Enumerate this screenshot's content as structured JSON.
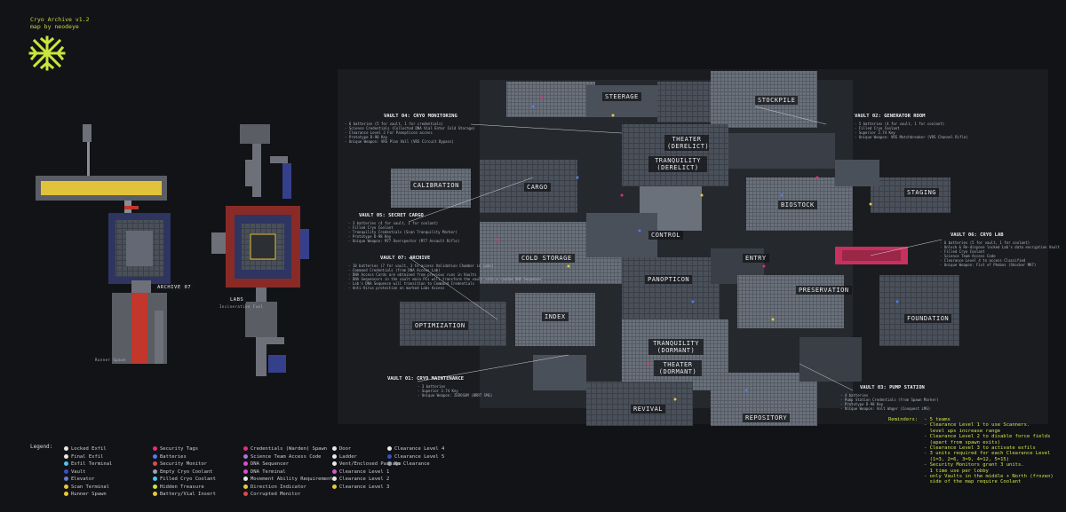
{
  "header": {
    "title_line1": "Cryo Archive v1.2",
    "title_line2": "map by neodeye"
  },
  "logo_icon": "snowflake-icon",
  "colors": {
    "accent": "#c8e63c",
    "magenta": "#e0307a",
    "red": "#b83a30",
    "blue": "#3a5cc8",
    "yellow": "#e8c83c"
  },
  "inset_labels": {
    "archive07": "ARCHIVE 07",
    "labs": "LABS",
    "labs_sub": "Incineration Fuel",
    "runner": "Runner Spawn"
  },
  "regions": [
    "STEERAGE",
    "STOCKPILE",
    "THEATER (DERELICT)",
    "TRANQUILITY (DERELICT)",
    "CALIBRATION",
    "CARGO",
    "BIOSTOCK",
    "STAGING",
    "CONTROL",
    "COLD STORAGE",
    "ENTRY",
    "PANOPTICON",
    "PRESERVATION",
    "INDEX",
    "OPTIMIZATION",
    "FOUNDATION",
    "TRANQUILITY (DORMANT)",
    "THEATER (DORMANT)",
    "REVIVAL",
    "REPOSITORY"
  ],
  "vaults": {
    "v04": {
      "title": "VAULT 04: CRYO MONITORING",
      "lines": [
        "- 6 batteries (5 for vault, 1 for credentials)",
        "- Science Credentials (Collected DNA Vial Enter Cold Storage)",
        "- Clearance Level 2 For Panopticon access",
        "- Prototype D-98 Key",
        "- Unique Weapon: VRS Plan Vall (VRS Circuit Bypass)"
      ]
    },
    "v02": {
      "title": "VAULT 02: GENERATOR ROOM",
      "lines": [
        "- 5 batteries (4 for vault, 1 for coolant)",
        "- Filled Cryo Coolant",
        "- Superior 2.74 Key",
        "- Unique Weapon: VRS Matchbreaker (VRS Channel Rifle)"
      ]
    },
    "v05": {
      "title": "VAULT 05: SECRET CARGO",
      "lines": [
        "- 3 batteries (4 for vault, 1 for coolant)",
        "- Filled Cryo Coolant",
        "- Tranquility Credentials (Scan Tranquility Marker)",
        "- Prototype D-98 Key",
        "- Unique Weapon: M77 Overspector (M77 Assault Rifle)"
      ]
    },
    "v06": {
      "title": "VAULT 06: CRYO LAB",
      "lines": [
        "- 6 batteries (5 for vault, 1 for coolant)",
        "- Unlock & Re-dispose locked Lab's data encryption Vault",
        "- Filled Cryo Coolant",
        "- Science Team Access Code",
        "- Clearance Level 4 to access Classified",
        "- Unique Weapon: Fist of Phobos (Shocker MK7)"
      ]
    },
    "v07": {
      "title": "VAULT 07: ARCHIVE",
      "lines": [
        "- 10 batteries (7 for vault, 3 to access Validation Chamber in Labs)",
        "- Command Credentials (from DNA Access Lab)",
        "- DNA Access Cards are obtained from previous runs in Vaults",
        "- DNA Sequencers in the vault main PCs will transform the vault into a random DNA Sequence",
        "- Lab's DNA Sequence will transition to Command Credentials",
        "- Anti-Virus protection on marked Labs Access"
      ]
    },
    "v01": {
      "title": "VAULT 01: CRYO MAINTENANCE",
      "lines": [
        "- 3 batteries",
        "- Superior 2.74 Key",
        "- Unique Weapon: ZEROSUM (BRRT SMG)"
      ]
    },
    "v03": {
      "title": "VAULT 03: PUMP STATION",
      "lines": [
        "- 4 batteries",
        "- Pump Station Credentials (from Spawn Marker)",
        "- Prototype D-98 Key",
        "- Unique Weapon: Volt Wager (Conquest LMG)"
      ]
    }
  },
  "legend": {
    "title": "Legend:",
    "items": [
      {
        "label": "Locked Exfil",
        "color": "#e8e8e8",
        "icon": "lock-icon"
      },
      {
        "label": "Final Exfil",
        "color": "#e8e8e8",
        "icon": "exfil-icon"
      },
      {
        "label": "Exfil Terminal",
        "color": "#4fc3f7",
        "icon": "terminal-icon"
      },
      {
        "label": "Vault",
        "color": "#3a4cc8",
        "icon": "vault-icon"
      },
      {
        "label": "Elevator",
        "color": "#6c7bd8",
        "icon": "elevator-icon"
      },
      {
        "label": "Scan Terminal",
        "color": "#e8c83c",
        "icon": "scan-icon"
      },
      {
        "label": "Runner Spawn",
        "color": "#e8c83c",
        "icon": "runner-icon"
      },
      {
        "label": "Security Tags",
        "color": "#e0307a",
        "icon": "tag-icon"
      },
      {
        "label": "Batteries",
        "color": "#4f7cf7",
        "icon": "battery-icon"
      },
      {
        "label": "Security Monitor",
        "color": "#e04a4a",
        "icon": "monitor-icon"
      },
      {
        "label": "Empty Cryo Coolant",
        "color": "#9aa4b0",
        "icon": "coolant-icon"
      },
      {
        "label": "Filled Cryo Coolant",
        "color": "#4fc3f7",
        "icon": "coolant-filled-icon"
      },
      {
        "label": "Hidden Treasure",
        "color": "#c8e63c",
        "icon": "treasure-icon"
      },
      {
        "label": "Battery/Vial Insert",
        "color": "#e8c83c",
        "icon": "insert-icon"
      },
      {
        "label": "Credentials (Warden) Spawn",
        "color": "#e0307a",
        "icon": "credentials-icon"
      },
      {
        "label": "Science Team Access Code",
        "color": "#b070e0",
        "icon": "code-icon"
      },
      {
        "label": "DNA Sequencer",
        "color": "#e04ad0",
        "icon": "dna-icon"
      },
      {
        "label": "DNA Terminal",
        "color": "#e04ad0",
        "icon": "dna-terminal-icon"
      },
      {
        "label": "Movement Ability Requirement",
        "color": "#e8e8e8",
        "icon": "movement-icon"
      },
      {
        "label": "Direction Indicator",
        "color": "#e8c83c",
        "icon": "arrow-icon"
      },
      {
        "label": "Corrupted Monitor",
        "color": "#e04a4a",
        "icon": "corrupted-icon"
      },
      {
        "label": "Door",
        "color": "#e8e8e8",
        "icon": "door-icon"
      },
      {
        "label": "Ladder",
        "color": "#e8e8e8",
        "icon": "ladder-icon"
      },
      {
        "label": "Vent/Enclosed Passage",
        "color": "#e8e8e8",
        "icon": "vent-icon"
      },
      {
        "label": "Clearance Level 1",
        "color": "#d05ad0",
        "icon": "clearance-1-icon"
      },
      {
        "label": "Clearance Level 2",
        "color": "#e8e8e8",
        "icon": "clearance-2-icon"
      },
      {
        "label": "Clearance Level 3",
        "color": "#e8c83c",
        "icon": "clearance-3-icon"
      },
      {
        "label": "Clearance Level 4",
        "color": "#e8e8e8",
        "icon": "clearance-4-icon"
      },
      {
        "label": "Clearance Level 5",
        "color": "#3a4cc8",
        "icon": "clearance-5-icon"
      },
      {
        "label": "No Clearance",
        "color": "#9aa4b0",
        "icon": "no-clearance-icon"
      }
    ]
  },
  "reminders": {
    "title": "Reminders:",
    "lines": [
      "- 5 teams",
      "- Clearance Level 1 to use Scanners.",
      "  level ups increase range",
      "- Clearance Level 2 to disable force fields",
      "  (apart from spawn exits)",
      "- Clearance Level 3 to activate exfils",
      "- 3 units required for each Clearance Level",
      "  (1=3, 2=6, 3=9, 4=12, 5=15)",
      "- Security Monitors grant 3 units.",
      "  1 time use per lobby",
      "- only Vaults in the middle + North (frozen)",
      "  side of the map require Coolant"
    ]
  }
}
